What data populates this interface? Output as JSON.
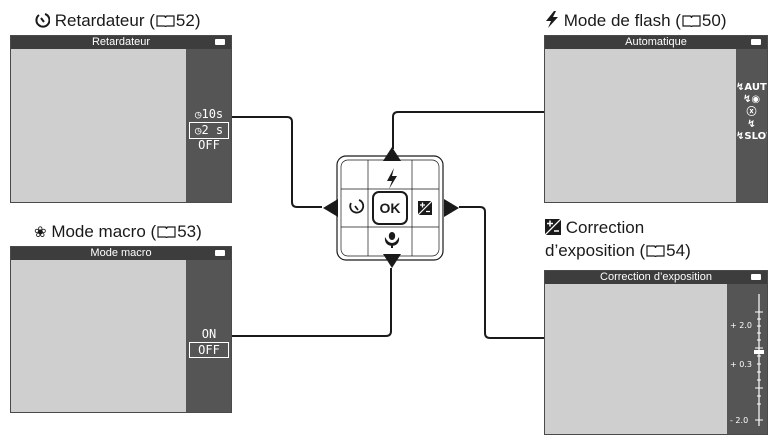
{
  "self_timer": {
    "heading_icon": "self-timer-icon",
    "heading_label": "Retardateur (",
    "heading_page": "52)",
    "screen_title": "Retardateur",
    "options": [
      "10s",
      "2 s",
      "OFF"
    ]
  },
  "flash": {
    "heading_icon": "flash-icon",
    "heading_label": "Mode de flash (",
    "heading_page": "50)",
    "screen_title": "Automatique",
    "options": [
      "AUTO",
      "",
      "",
      "",
      "SLOW"
    ]
  },
  "macro": {
    "heading_icon": "macro-icon",
    "heading_label": "Mode macro (",
    "heading_page": "53)",
    "screen_title": "Mode macro",
    "options": [
      "ON",
      "OFF"
    ]
  },
  "exposure": {
    "heading_icon": "exposure-compensation-icon",
    "heading_line1": "Correction",
    "heading_line2": "d’exposition (",
    "heading_page": "54)",
    "screen_title": "Correction d’exposition",
    "scale": [
      "+ 2.0",
      "+ 0.3",
      "- 2.0"
    ]
  },
  "multi_selector": {
    "center_label": "OK",
    "up_icon": "flash-icon",
    "left_icon": "self-timer-icon",
    "right_icon": "exposure-compensation-icon",
    "down_icon": "macro-icon"
  }
}
